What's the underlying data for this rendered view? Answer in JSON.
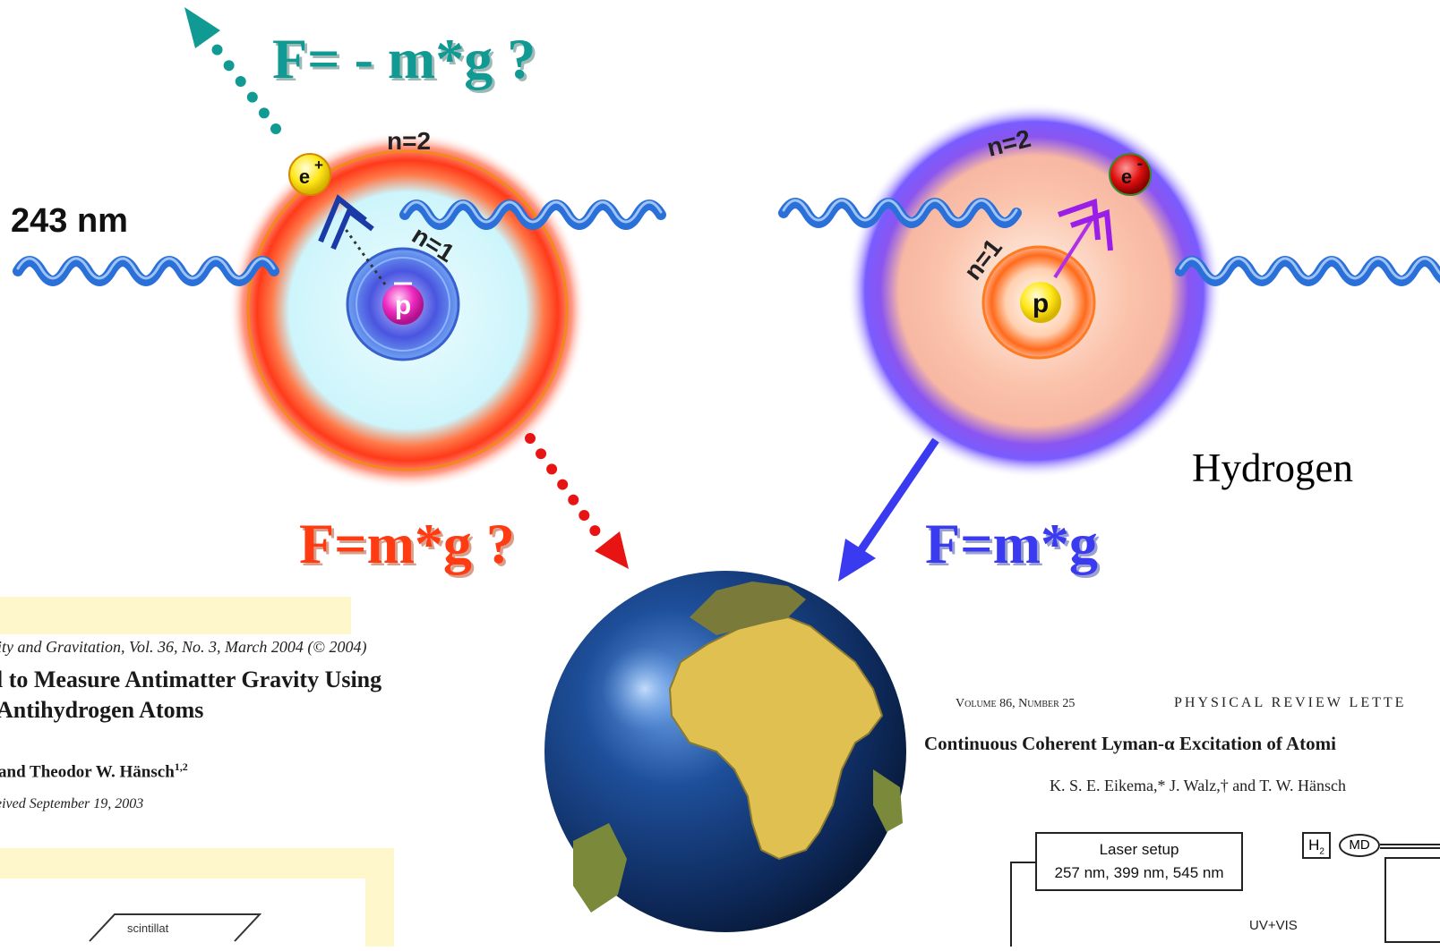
{
  "forces": {
    "antihydrogen_up": "F= - m*g ?",
    "antihydrogen_down": "F=m*g ?",
    "hydrogen_down": "F=m*g"
  },
  "labels": {
    "hydrogen": "Hydrogen",
    "wavelength": "243 nm"
  },
  "antihydrogen_atom": {
    "outer_level": "n=2",
    "inner_level": "n=1",
    "positron": "e",
    "positron_sign": "+",
    "antiproton": "p"
  },
  "hydrogen_atom": {
    "outer_level": "n=2",
    "inner_level": "n=1",
    "electron": "e",
    "electron_sign": "-",
    "proton": "p"
  },
  "paper_left": {
    "journal": "ity and Gravitation, Vol. 36, No. 3, March 2004 (© 2004)",
    "title_line1": "l to Measure Antimatter Gravity Using",
    "title_line2": " Antihydrogen Atoms",
    "authors": "and Theodor W. Hänsch",
    "authors_superscript": "1,2",
    "received": "eived September 19, 2003",
    "figure_fragment": "scintillat"
  },
  "paper_right": {
    "volume": "Volume 86, Number 25",
    "journal": "PHYSICAL REVIEW LETTE",
    "title": "Continuous Coherent Lyman-α Excitation of Atomi",
    "authors": "K. S. E. Eikema,* J. Walz,† and T. W. Hänsch",
    "laser_line1": "Laser setup",
    "laser_line2": "257 nm, 399 nm, 545 nm",
    "h2": "H",
    "h2_sub": "2",
    "md": "MD",
    "uv": "UV+VIS"
  },
  "colors": {
    "teal": "#119a93",
    "red": "#ff3b12",
    "blue": "#3a3af0",
    "photon": "#2a70d8",
    "highlight": "#fff7cc"
  }
}
